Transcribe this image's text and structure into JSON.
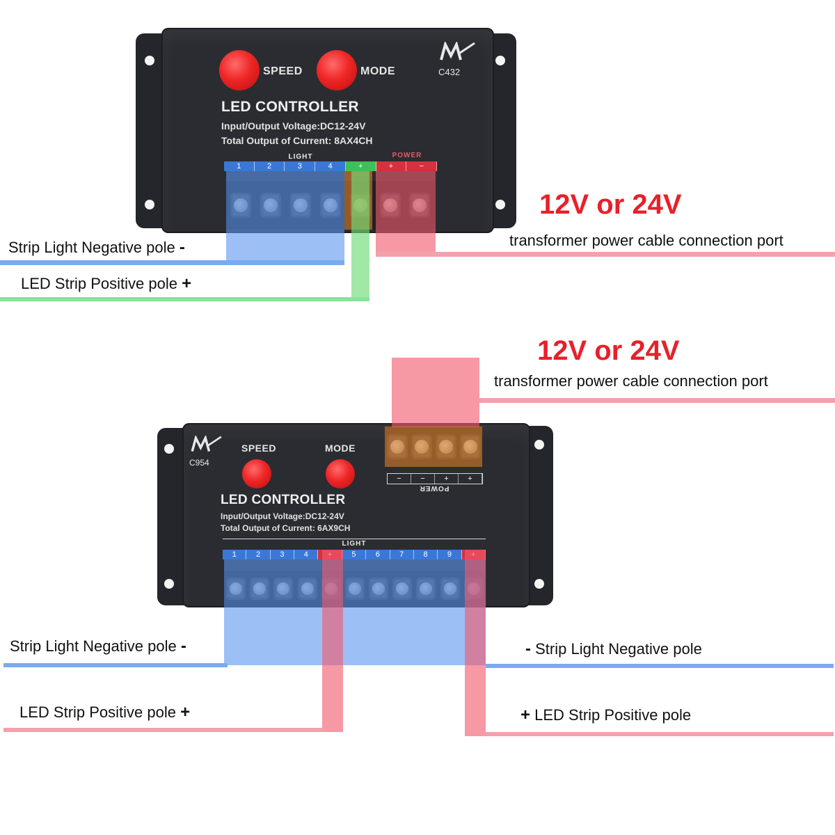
{
  "top": {
    "brand_model": "C432",
    "speed_label": "SPEED",
    "mode_label": "MODE",
    "title": "LED CONTROLLER",
    "spec_voltage": "Input/Output Voltage:DC12-24V",
    "spec_current": "Total Output of Current: 8AX4CH",
    "light_label": "LIGHT",
    "power_label": "POWER",
    "channels": [
      "1",
      "2",
      "3",
      "4"
    ],
    "common_sign": "+",
    "power_pos": "+",
    "power_neg": "−",
    "voltage": "12V or 24V",
    "port_caption": "transformer power cable connection port",
    "neg_caption": "Strip Light Negative pole",
    "neg_sign": "-",
    "pos_caption": "LED Strip Positive pole",
    "pos_sign": "+"
  },
  "bottom": {
    "brand_model": "C954",
    "speed_label": "SPEED",
    "mode_label": "MODE",
    "title": "LED CONTROLLER",
    "spec_voltage": "Input/Output Voltage:DC12-24V",
    "spec_current": "Total Output of Current:  6AX9CH",
    "light_label": "LIGHT",
    "power_label": "POWER",
    "terminal_cells": [
      "1",
      "2",
      "3",
      "4",
      "+",
      "5",
      "6",
      "7",
      "8",
      "9",
      "+"
    ],
    "power_cells": [
      "−",
      "−",
      "+",
      "+"
    ],
    "voltage": "12V or 24V",
    "port_caption": "transformer power cable connection port",
    "left_neg_caption": "Strip Light Negative pole",
    "left_neg_sign": "-",
    "left_pos_caption": "LED Strip Positive pole",
    "left_pos_sign": "+",
    "right_neg_sign": "-",
    "right_neg_caption": "Strip Light Negative pole",
    "right_pos_sign": "+",
    "right_pos_caption": "LED Strip Positive pole"
  },
  "colors": {
    "negative_wire": "#7aaaf2",
    "positive_wire_top": "#86e39a",
    "positive_wire_bottom": "#f2a1ad",
    "power_wire": "#f2a1ad",
    "voltage_text": "#e8202a",
    "button": "#ee2626",
    "device_body": "#2b2c31"
  },
  "icons": {
    "brand_logo": "mk-logo-icon"
  }
}
